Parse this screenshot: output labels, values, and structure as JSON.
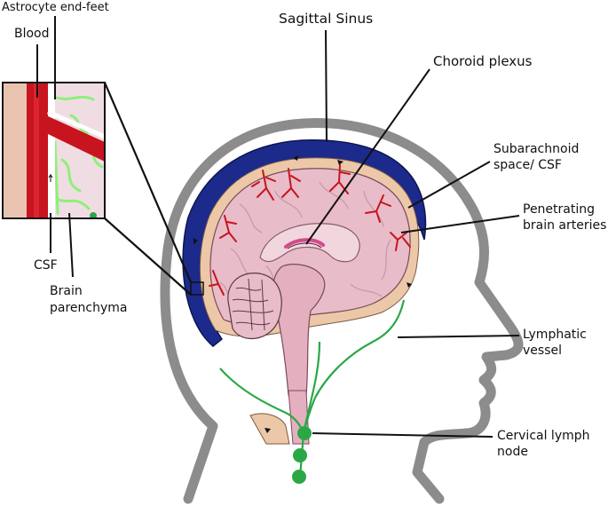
{
  "labels": {
    "astrocyte_end_feet": "Astrocyte end-feet",
    "blood": "Blood",
    "csf": "CSF",
    "brain_parenchyma": [
      "Brain",
      "parenchyma"
    ],
    "sagittal_sinus": "Sagittal Sinus",
    "choroid_plexus": "Choroid plexus",
    "subarachnoid": [
      "Subarachnoid",
      "space/ CSF"
    ],
    "penetrating_arteries": [
      "Penetrating",
      "brain arteries"
    ],
    "lymphatic_vessel": [
      "Lymphatic",
      "vessel"
    ],
    "cervical_lymph_node": [
      "Cervical lymph",
      "node"
    ]
  },
  "colors": {
    "head_outline": "#8c8c8c",
    "brain": "#e8bcc8",
    "brain_shadow": "#c996a8",
    "csf_space": "#ecc8a8",
    "sinus": "#1c2a8c",
    "artery": "#c8141e",
    "lymph": "#2aa845",
    "astrocyte": "#8ef07a",
    "inset_csf": "#e8c4b0",
    "choroid": "#d24a8a"
  }
}
